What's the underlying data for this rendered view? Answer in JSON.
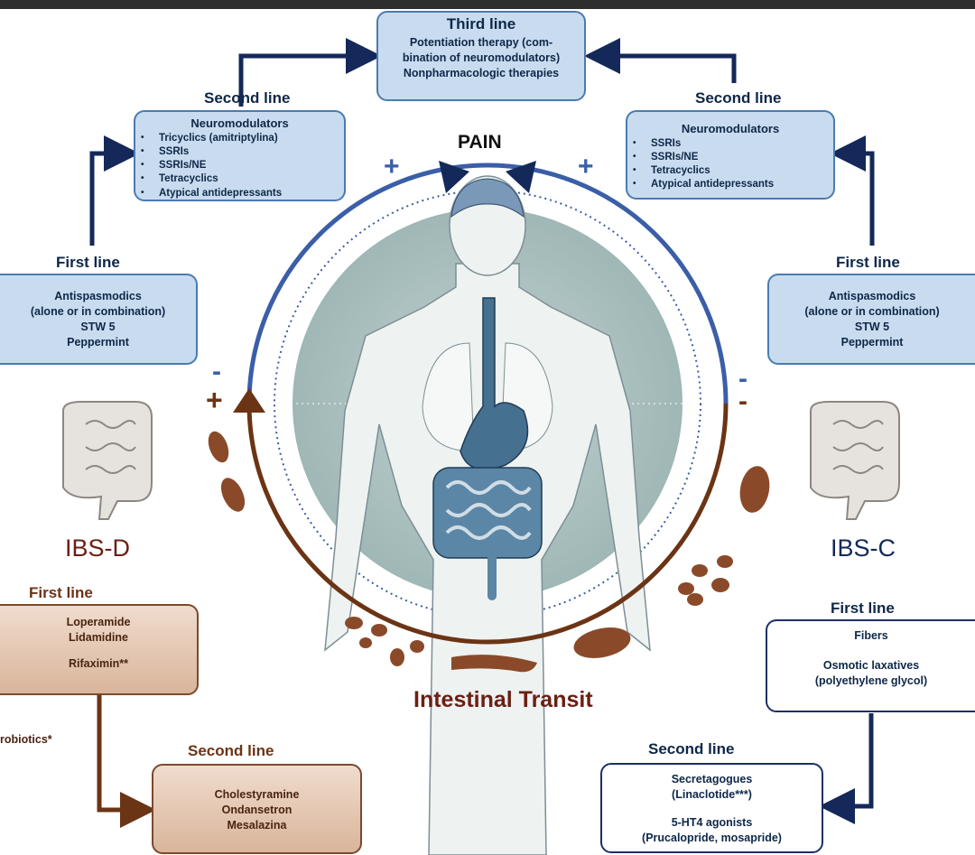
{
  "third_line": {
    "header": "Third line",
    "line1": "Potentiation therapy (com-",
    "line2": "bination of neuromodulators)",
    "line3": "Nonpharmacologic therapies"
  },
  "pain": {
    "label": "PAIN",
    "plus_left": "+",
    "plus_right": "+"
  },
  "left_second": {
    "header": "Second line",
    "title": "Neuromodulators",
    "items": [
      "Tricyclics (amitriptylina)",
      "SSRIs",
      "SSRIs/NE",
      "Tetracyclics",
      "Atypical antidepressants"
    ]
  },
  "right_second": {
    "header": "Second line",
    "title": "Neuromodulators",
    "items": [
      "SSRIs",
      "SSRIs/NE",
      "Tetracyclics",
      "Atypical antidepressants"
    ]
  },
  "left_first": {
    "header": "First line",
    "lines": [
      "Antispasmodics",
      "(alone or in combination)",
      "STW 5",
      "Peppermint"
    ]
  },
  "right_first": {
    "header": "First line",
    "lines": [
      "Antispasmodics",
      "(alone or in combination)",
      "STW 5",
      "Peppermint"
    ]
  },
  "ibs_d": {
    "label": "IBS-D",
    "first_header": "First line",
    "first_lines": [
      "Loperamide",
      "Lidamidine",
      "Rifaximin**"
    ],
    "probiotics": "robiotics*",
    "second_header": "Second line",
    "second_lines": [
      "Cholestyramine",
      "Ondansetron",
      "Mesalazina"
    ]
  },
  "ibs_c": {
    "label": "IBS-C",
    "first_header": "First line",
    "first_lines": [
      "Fibers",
      "Osmotic laxatives",
      "(polyethylene glycol)"
    ],
    "second_header": "Second line",
    "second_lines": [
      "Secretagogues",
      "(Linaclotide***)",
      "5-HT4 agonists",
      "(Prucalopride, mosapride)"
    ]
  },
  "transit": {
    "label": "Intestinal Transit"
  },
  "signs": {
    "left_minus": "-",
    "left_plus": "+",
    "right_minus": "-",
    "right_plus": "-"
  },
  "colors": {
    "navy": "#14285a",
    "blue_arc": "#3b5ea8",
    "brown": "#6b3414",
    "box_blue": "#c9dcef"
  }
}
